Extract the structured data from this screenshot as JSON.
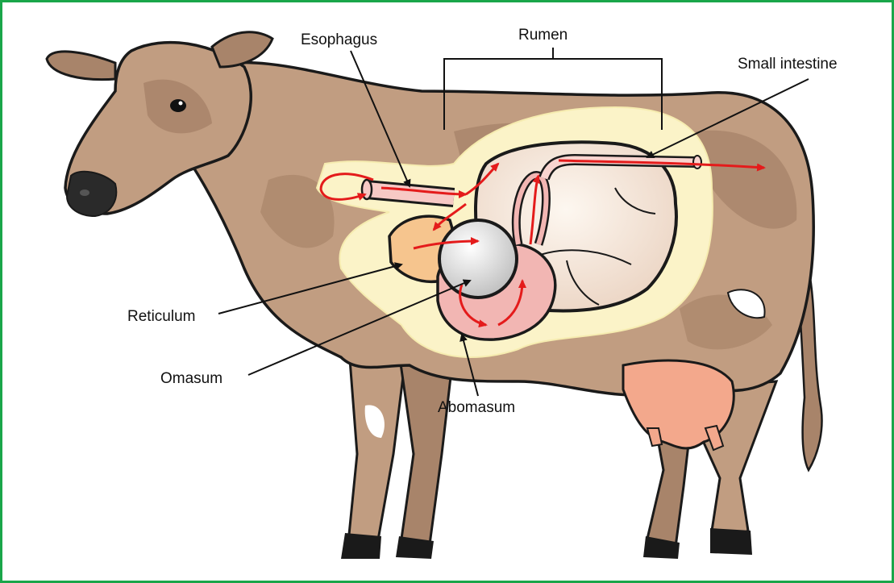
{
  "labels": {
    "esophagus": "Esophagus",
    "rumen": "Rumen",
    "small_intestine": "Small intestine",
    "reticulum": "Reticulum",
    "omasum": "Omasum",
    "abomasum": "Abomasum"
  },
  "colors": {
    "frame_border": "#1aa64a",
    "cow_body": "#c19d81",
    "cow_dark_patch": "#a8846a",
    "outline": "#1a1a1a",
    "cavity_glow": "#fbf3c8",
    "rumen": "#f3e3d6",
    "reticulum": "#f6c58e",
    "omasum": "#eeeeee",
    "abomasum": "#f2b6b3",
    "udder": "#f3a88c",
    "flow_arrow": "#e41b1b"
  }
}
